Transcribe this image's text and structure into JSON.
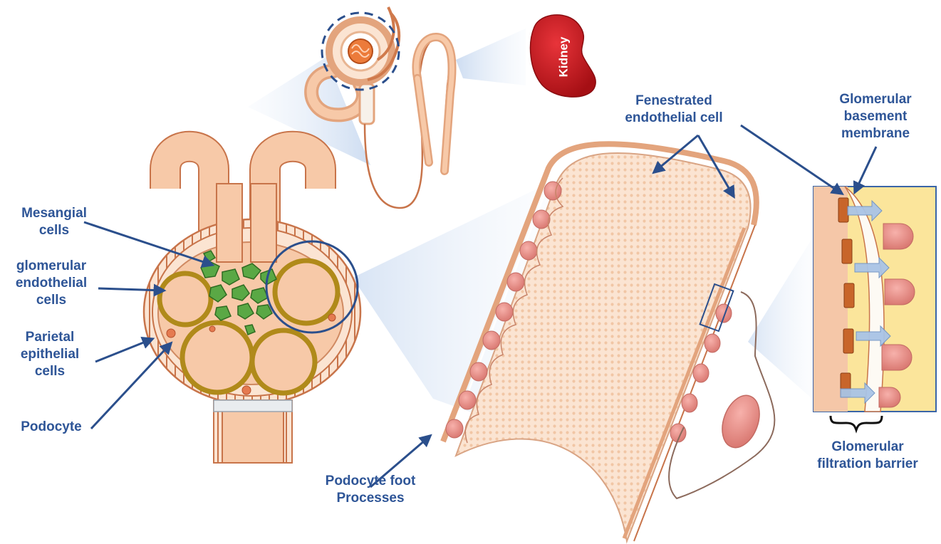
{
  "labels": {
    "kidney": "Kidney",
    "mesangial": [
      "Mesangial",
      "cells"
    ],
    "endothelial": [
      "glomerular",
      "endothelial",
      "cells"
    ],
    "parietal": [
      "Parietal",
      "epithelial",
      "cells"
    ],
    "podocyte": "Podocyte",
    "foot": [
      "Podocyte foot",
      "Processes"
    ],
    "fenestrated": [
      "Fenestrated",
      "endothelial cell"
    ],
    "gbm": [
      "Glomerular",
      "basement",
      "membrane"
    ],
    "gfb": [
      "Glomerular",
      "filtration barrier"
    ]
  },
  "colors": {
    "label_text": "#2e5597",
    "arrow": "#2b4f8c",
    "tissue": "#f7c9a8",
    "tissue_edge": "#c8744a",
    "capillary_ring": "#b08a1a",
    "mesangial_fill": "#5aa845",
    "kidney_red": "#c8161d",
    "foot_process": "#eb8c86",
    "gbm_bar": "#c8652a",
    "barrier_bg": "#fbe59b",
    "flow_arrow": "#8fb3e0"
  }
}
